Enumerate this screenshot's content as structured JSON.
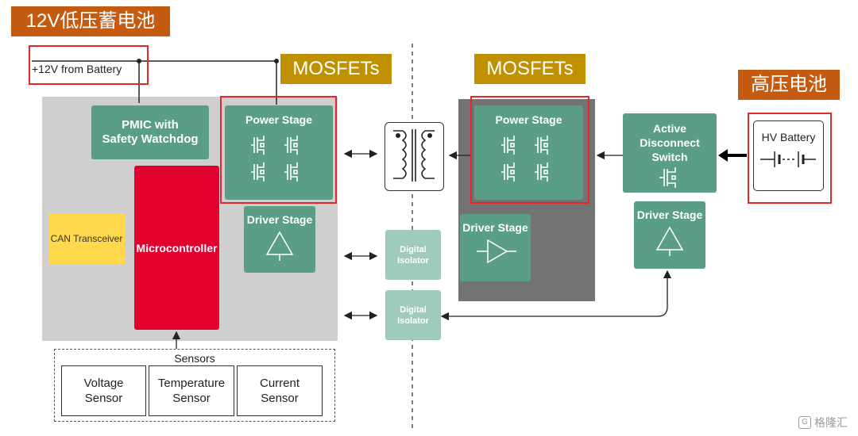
{
  "labels": {
    "lv_battery_title": "12V低压蓄电池",
    "hv_battery_title": "高压电池",
    "mosfets_left": "MOSFETs",
    "mosfets_right": "MOSFETs",
    "from_battery": "+12V from Battery",
    "pmic": "PMIC with\nSafety Watchdog",
    "power_stage_left": "Power Stage",
    "power_stage_right": "Power Stage",
    "driver_stage_left": "Driver Stage",
    "driver_stage_mid": "Driver Stage",
    "driver_stage_right": "Driver Stage",
    "can_transceiver": "CAN Transceiver",
    "microcontroller": "Microcontroller",
    "isolator_top": "Digital\nIsolator",
    "isolator_bottom": "Digital\nIsolator",
    "active_disconnect": "Active Disconnect\nSwitch",
    "hv_battery": "HV Battery",
    "sensors": "Sensors",
    "voltage_sensor": "Voltage\nSensor",
    "temperature_sensor": "Temperature\nSensor",
    "current_sensor": "Current\nSensor",
    "watermark": "格隆汇"
  },
  "colors": {
    "orange": "#c55a11",
    "gold": "#bf9000",
    "green": "#5a9e86",
    "green_light": "#9fcbbd",
    "red": "#e5262b",
    "mcu_red": "#e2002e",
    "can_yellow": "#ffd84d",
    "panel_gray": "#cfcfcf",
    "panel_dark": "#737373"
  },
  "icons": [
    "mosfet-icon",
    "transformer-icon",
    "amplifier-icon",
    "battery-icon",
    "double-arrow-icon",
    "watermark-logo-icon"
  ]
}
